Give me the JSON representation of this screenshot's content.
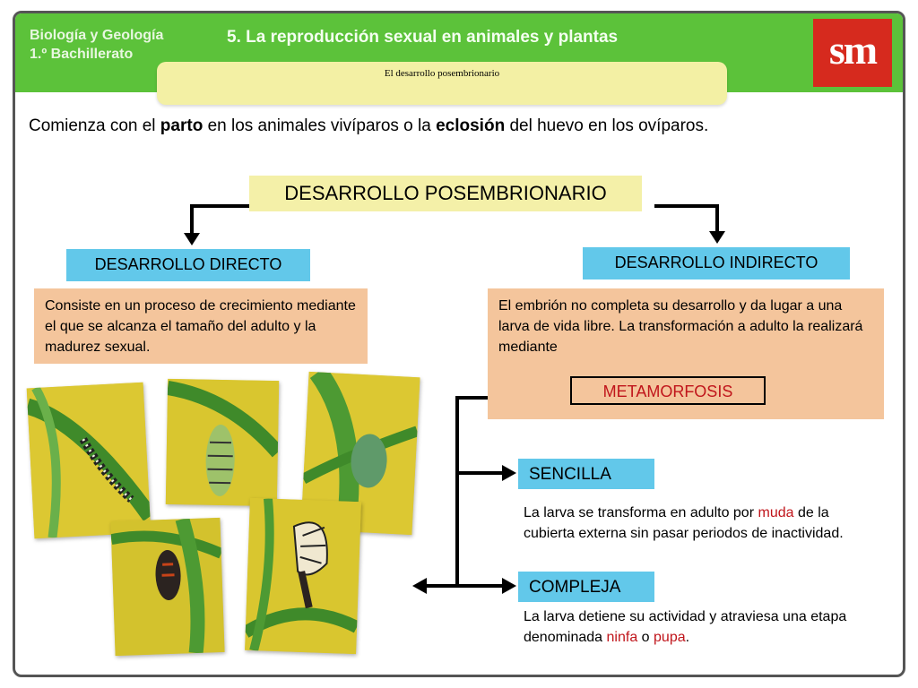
{
  "header": {
    "subject_line1": "Biología y Geología",
    "subject_line2": "1.º Bachillerato",
    "unit_title": "5. La reproducción sexual  en animales y plantas",
    "section": "El desarrollo posembrionario",
    "logo": "sm"
  },
  "intro": {
    "part1": "Comienza con el ",
    "bold1": "parto",
    "part2": " en los animales vivíparos o la ",
    "bold2": "eclosión",
    "part3": " del huevo en los ovíparos."
  },
  "diagram": {
    "root": "DESARROLLO POSEMBRIONARIO",
    "direct": {
      "title": "DESARROLLO DIRECTO",
      "text": "Consiste en un proceso de crecimiento mediante el que se alcanza el tamaño del adulto y la madurez sexual."
    },
    "indirect": {
      "title": "DESARROLLO INDIRECTO",
      "text": "El embrión no completa su desarrollo y da lugar a una larva de vida libre. La transformación a adulto la realizará mediante",
      "metamorphosis": "METAMORFOSIS"
    },
    "simple": {
      "title": "SENCILLA",
      "text1": "La larva se transforma en adulto por ",
      "highlight": "muda",
      "text2": " de la cubierta externa sin pasar periodos de inactividad."
    },
    "complex": {
      "title": "COMPLEJA",
      "text1": "La larva detiene su actividad y atraviesa una etapa denominada ",
      "highlight1": "ninfa",
      "text2": " o ",
      "highlight2": "pupa",
      "text3": "."
    }
  },
  "colors": {
    "header_green": "#5cc23a",
    "tab_yellow": "#f3f0a4",
    "logo_red": "#d62a1e",
    "cyan": "#62c8ea",
    "peach": "#f4c59c",
    "highlight_red": "#c0151b"
  },
  "photos": [
    "caterpillar-photo",
    "chrysalis-forming-photo",
    "chrysalis-green-photo",
    "chrysalis-dark-photo",
    "butterfly-emerging-photo"
  ]
}
